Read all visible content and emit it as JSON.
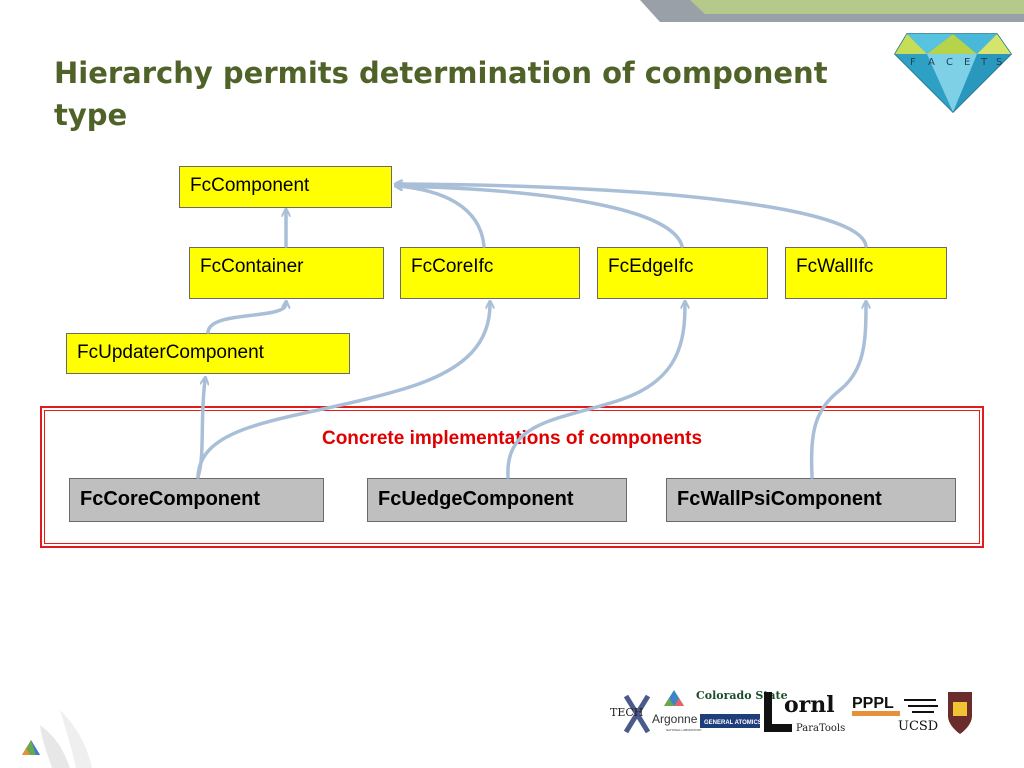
{
  "slide": {
    "title": "Hierarchy permits determination of component type"
  },
  "logo": {
    "letters": [
      "F",
      "A",
      "C",
      "E",
      "T",
      "S"
    ]
  },
  "hierarchy": {
    "root": "FcComponent",
    "level2": [
      "FcContainer",
      "FcCoreIfc",
      "FcEdgeIfc",
      "FcWallIfc"
    ],
    "level3": "FcUpdaterComponent"
  },
  "concrete": {
    "label": "Concrete implementations of components",
    "items": [
      "FcCoreComponent",
      "FcUedgeComponent",
      "FcWallPsiComponent"
    ]
  },
  "partners": {
    "items": [
      "TECH",
      "Argonne",
      "Colorado State",
      "GENERAL ATOMICS",
      "ornl",
      "ParaTools",
      "PPPL",
      "UCSD"
    ]
  },
  "colors": {
    "title": "#4f6228",
    "box_fill": "#ffff00",
    "concrete_fill": "#bfbfbf",
    "frame": "#e41b1b",
    "arrow": "#a9bfd8"
  }
}
